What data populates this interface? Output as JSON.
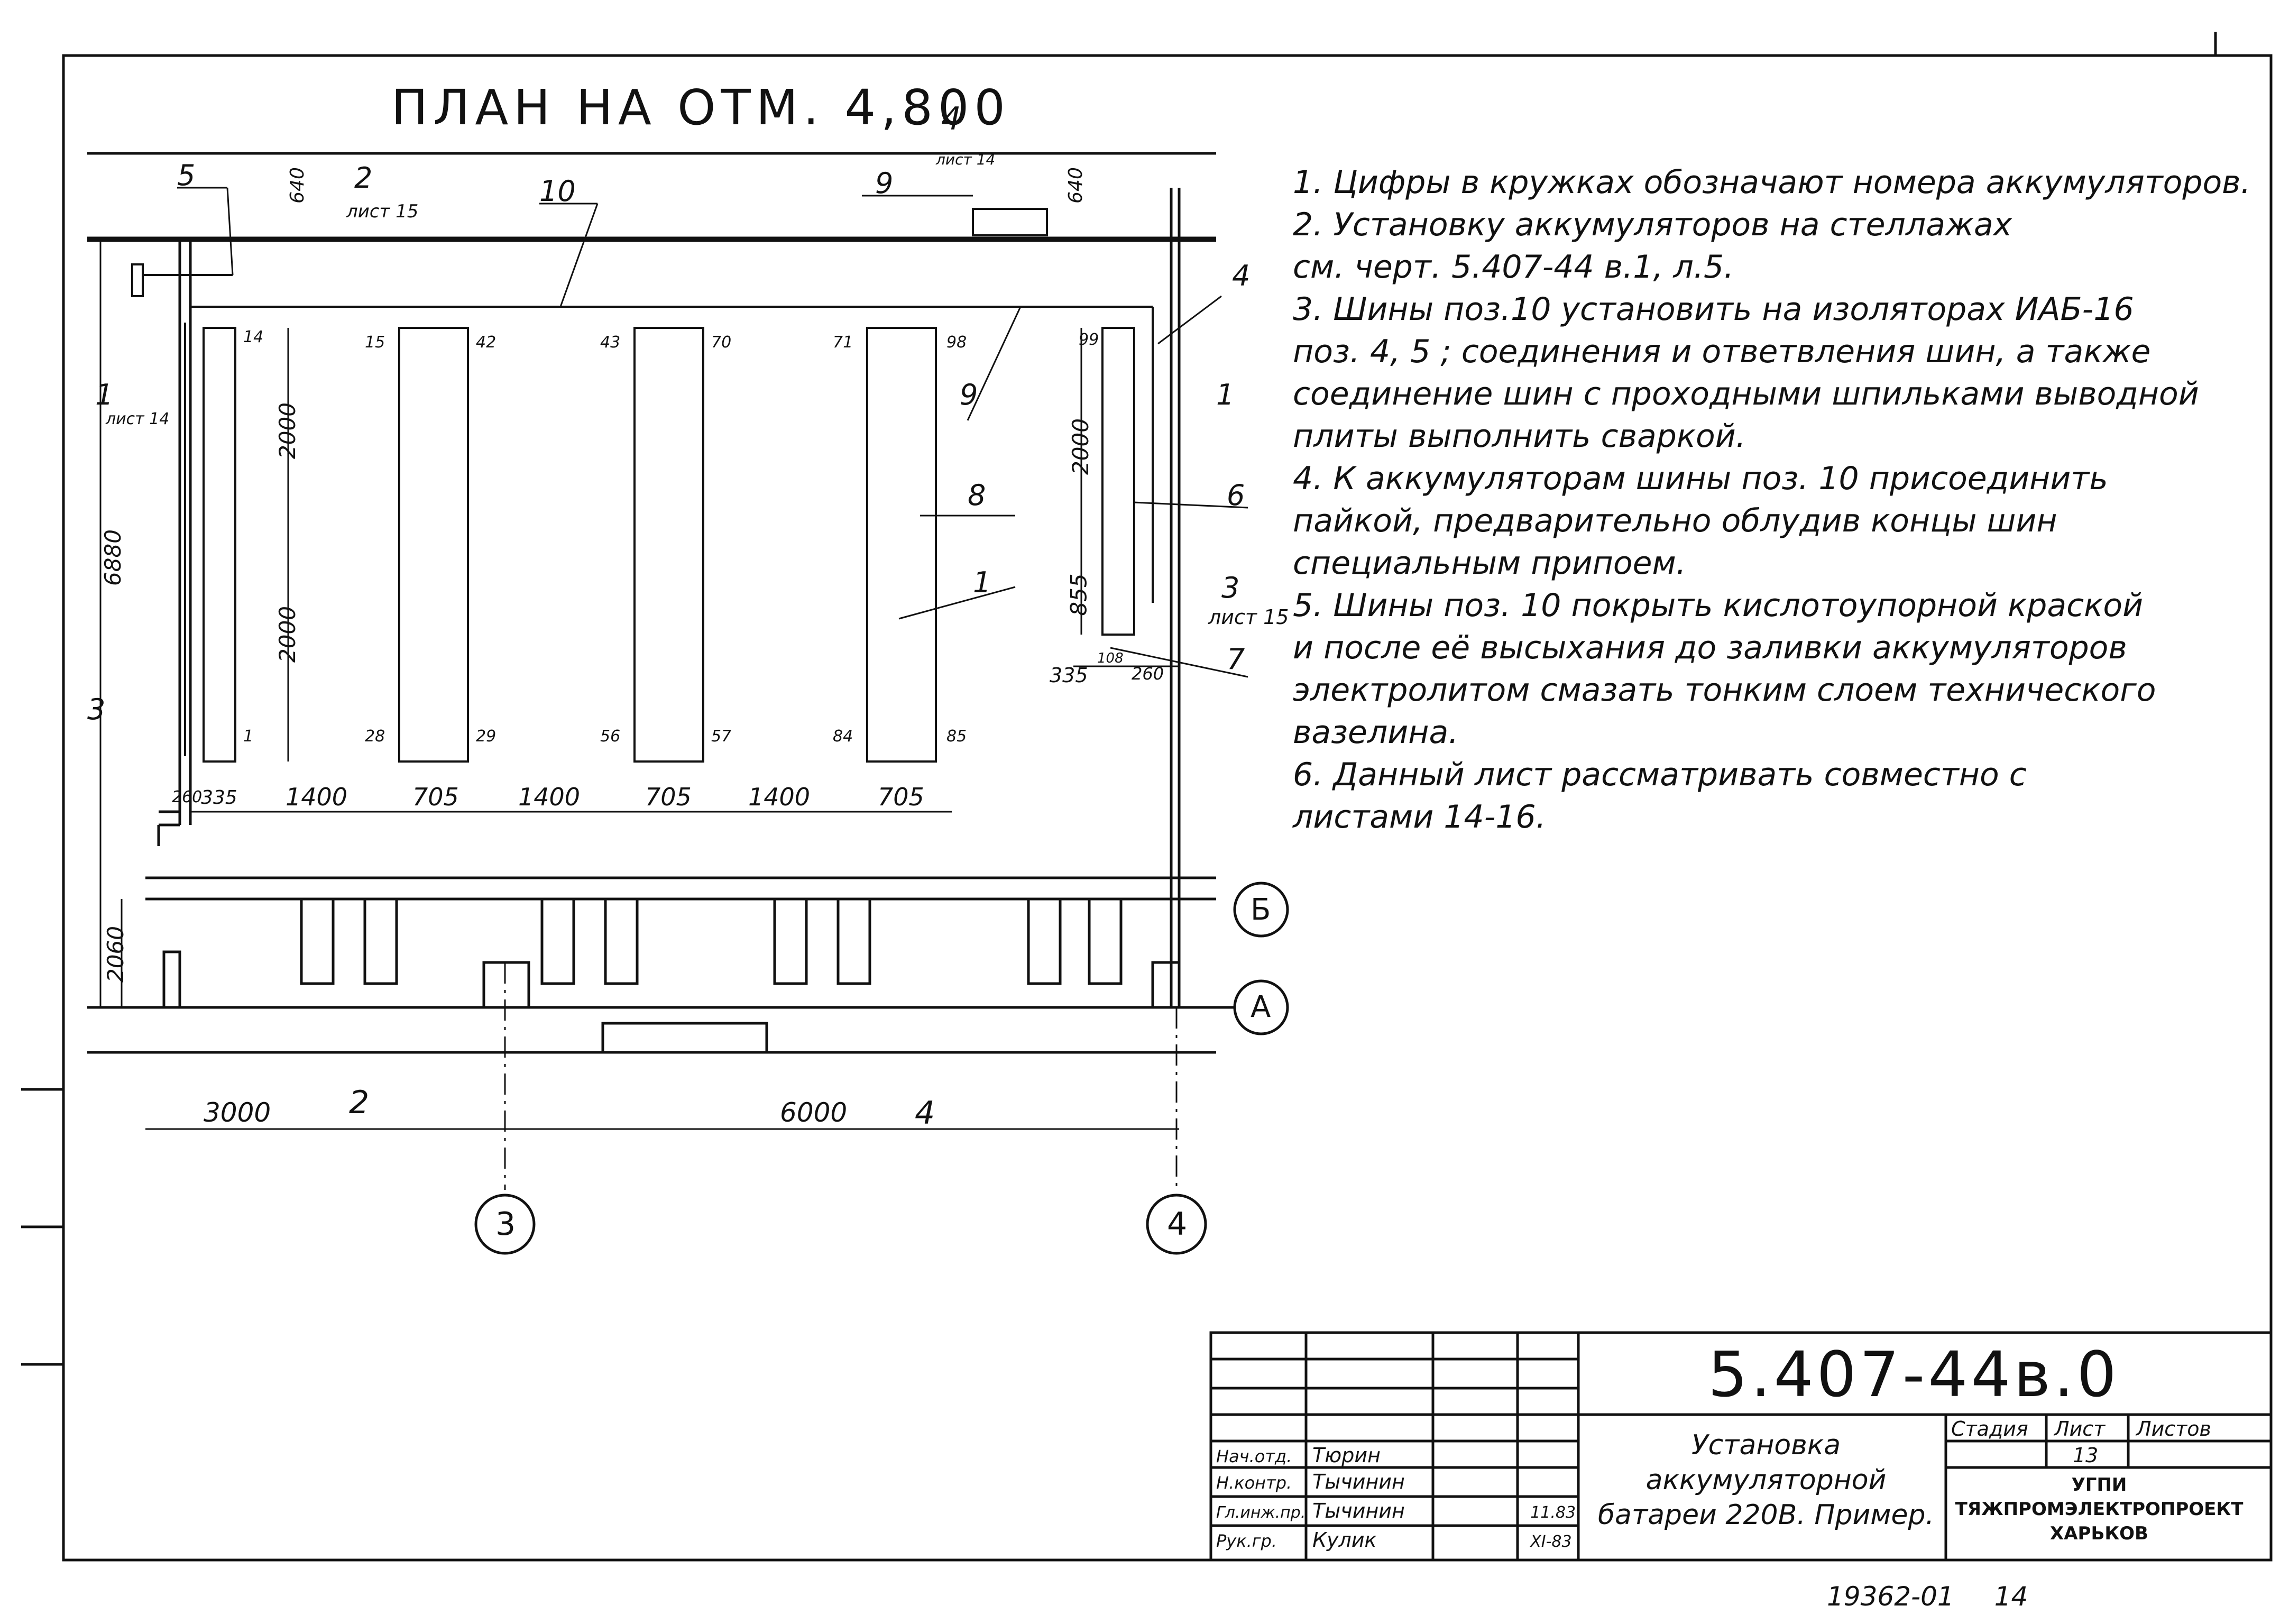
{
  "plan_title": "ПЛАН НА ОТМ. 4,800",
  "notes": [
    "1. Цифры в кружках обозначают номера аккумуляторов.",
    "2. Установку аккумуляторов на стеллажах",
    "см. черт. 5.407-44 в.1, л.5.",
    "3. Шины поз.10 установить на изоляторах ИАБ-16",
    "поз. 4, 5 ; соединения и ответвления шин, а также",
    "соединение шин с проходными шпильками выводной",
    "плиты выполнить сваркой.",
    "4. К аккумуляторам шины поз. 10 присоединить",
    "пайкой, предварительно облудив концы шин",
    "специальным припоем.",
    "5. Шины поз. 10 покрыть кислотоупорной краской",
    "и после её высыхания до заливки аккумуляторов",
    "электролитом смазать тонким слоем технического",
    "вазелина.",
    "6. Данный лист рассматривать совместно с",
    "листами 14-16."
  ],
  "dimensions": {
    "d640a": "640",
    "d640b": "640",
    "d6880": "6880",
    "d2000a": "2000",
    "d2000b": "2000",
    "d2000c": "2000",
    "d855": "855",
    "d335a": "335",
    "d260b": "260",
    "d260": "260",
    "d335": "335",
    "d1400a": "1400",
    "d705a": "705",
    "d1400b": "1400",
    "d705b": "705",
    "d1400c": "1400",
    "d705c": "705",
    "d2060": "2060",
    "d3000": "3000",
    "d6000": "6000"
  },
  "battery_numbers": [
    "14",
    "1",
    "15",
    "28",
    "42",
    "29",
    "43",
    "56",
    "70",
    "57",
    "71",
    "84",
    "98",
    "85",
    "99",
    "108"
  ],
  "callouts": {
    "p5": "5",
    "p10": "10",
    "p9a": "9",
    "p9b": "9",
    "p4": "4",
    "p8": "8",
    "p6": "6",
    "p1": "1",
    "p7": "7"
  },
  "sections": {
    "s2_top": "2",
    "s2_top_sheet": "лист 15",
    "s4_top": "4",
    "s4_top_sheet": "лист 14",
    "s1_left": "1",
    "s1_left_sheet": "лист 14",
    "s3_left": "3",
    "s1_right": "1",
    "s3_right": "3",
    "s3_right_sheet": "лист 15",
    "s2_bottom": "2",
    "s4_bottom": "4"
  },
  "axes": {
    "a3": "3",
    "a4": "4",
    "aA": "А",
    "aB": "Б"
  },
  "stamp": {
    "code": "5.407-44в.0",
    "title_lines": [
      "Установка",
      "аккумуляторной",
      "батареи 220В. Пример."
    ],
    "stage_hdr": "Стадия",
    "sheet_hdr": "Лист",
    "sheets_hdr": "Листов",
    "sheet_no": "13",
    "org_lines": [
      "УГПИ",
      "ТЯЖПРОМЭЛЕКТРОПРОЕКТ",
      "ХАРЬКОВ"
    ],
    "people": [
      {
        "role": "Нач.отд.",
        "name": "Тюрин",
        "date": ""
      },
      {
        "role": "Н.контр.",
        "name": "Тычинин",
        "date": ""
      },
      {
        "role": "Гл.инж.пр.",
        "name": "Тычинин",
        "date": "11.83"
      },
      {
        "role": "Рук.гр.",
        "name": "Кулик",
        "date": "XI-83"
      }
    ],
    "bottom_number": "19362-01",
    "bottom_sheet": "14"
  }
}
